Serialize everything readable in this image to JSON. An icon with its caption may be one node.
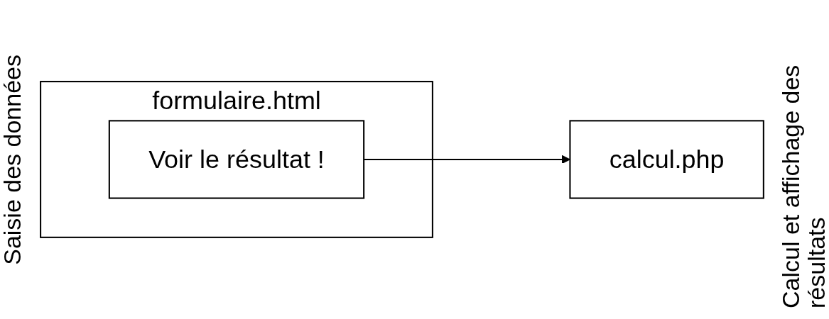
{
  "diagram": {
    "nodes": [
      {
        "text": [
          "formulaire.html"
        ],
        "beside": [
          "Saisie des données"
        ]
      },
      {
        "text": [
          "Voir le résultat !"
        ],
        "in": 0
      },
      {
        "text": [
          "calcul.php"
        ],
        "beside": [
          "Calcul et affichage des résultats"
        ]
      }
    ],
    "edges": [
      {
        "from": 1,
        "to": 2,
        "arrow": "to"
      }
    ]
  }
}
